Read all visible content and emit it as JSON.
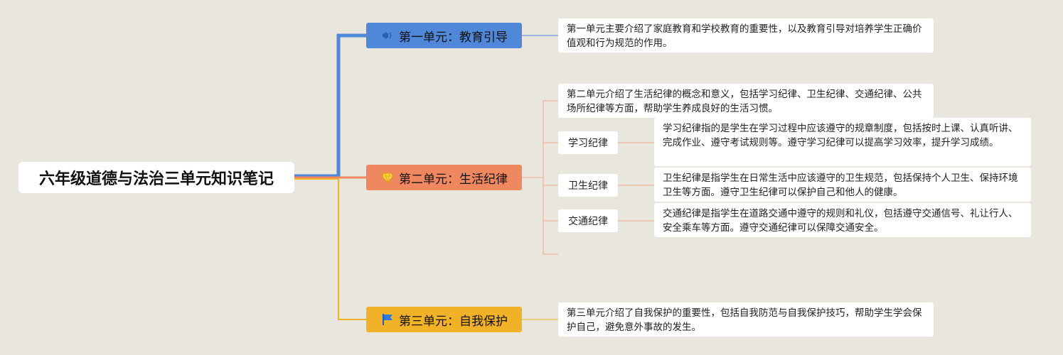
{
  "title": "六年级道德与法治三单元知识笔记",
  "colors": {
    "background": "#e9e6dd",
    "unit1": "#4f87d9",
    "unit2": "#f0885f",
    "unit3": "#f1b228"
  },
  "units": [
    {
      "label": "第一单元：教育引导",
      "icon": "megaphone-icon",
      "note": "第一单元主要介绍了家庭教育和学校教育的重要性，以及教育引导对培养学生正确价值观和行为规范的作用。"
    },
    {
      "label": "第二单元：生活纪律",
      "icon": "gem-icon",
      "note": "第二单元介绍了生活纪律的概念和意义，包括学习纪律、卫生纪律、交通纪律、公共场所纪律等方面，帮助学生养成良好的生活习惯。",
      "subtopics": [
        {
          "label": "学习纪律",
          "note": "学习纪律指的是学生在学习过程中应该遵守的规章制度，包括按时上课、认真听讲、完成作业、遵守考试规则等。遵守学习纪律可以提高学习效率，提升学习成绩。"
        },
        {
          "label": "卫生纪律",
          "note": "卫生纪律是指学生在日常生活中应该遵守的卫生规范，包括保持个人卫生、保持环境卫生等方面。遵守卫生纪律可以保护自己和他人的健康。"
        },
        {
          "label": "交通纪律",
          "note": "交通纪律是指学生在道路交通中遵守的规则和礼仪，包括遵守交通信号、礼让行人、安全乘车等方面。遵守交通纪律可以保障交通安全。"
        }
      ]
    },
    {
      "label": "第三单元：自我保护",
      "icon": "flag-icon",
      "note": "第三单元介绍了自我保护的重要性，包括自我防范与自我保护技巧，帮助学生学会保护自己，避免意外事故的发生。"
    }
  ]
}
